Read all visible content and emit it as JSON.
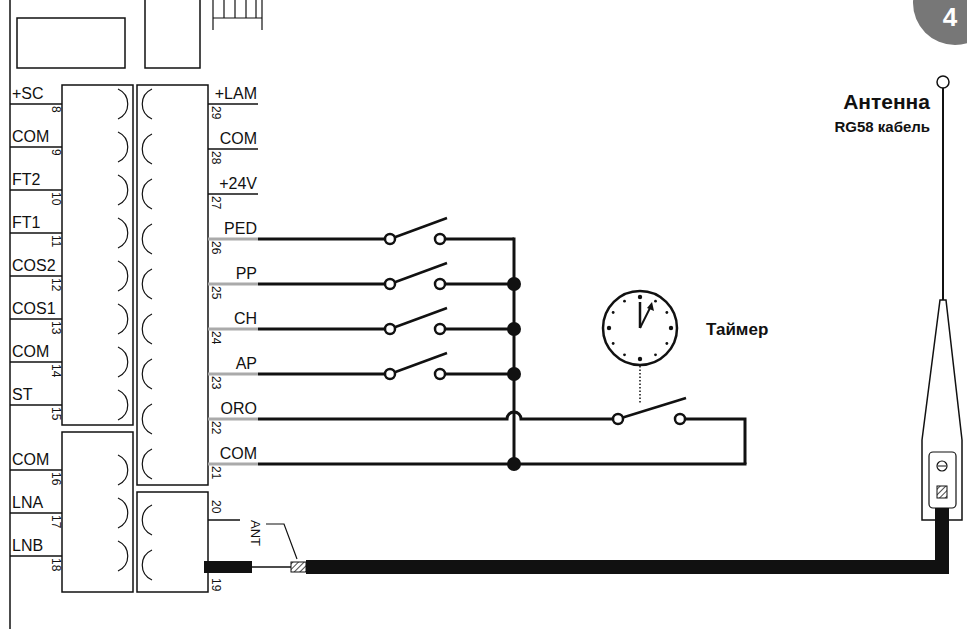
{
  "diagram": {
    "labels": [
      "4",
      "Антенна",
      "RG58 кабель",
      "Таймер",
      "+SC",
      "8",
      "COM",
      "9",
      "FT2",
      "10",
      "FT1",
      "11",
      "COS2",
      "12",
      "COS1",
      "13",
      "COM",
      "14",
      "ST",
      "15",
      "COM",
      "16",
      "LNA",
      "17",
      "LNB",
      "18",
      "+LAM",
      "29",
      "COM",
      "28",
      "+24V",
      "27",
      "PED",
      "26",
      "PP",
      "25",
      "CH",
      "24",
      "AP",
      "23",
      "ORO",
      "22",
      "COM",
      "21",
      "20",
      "19",
      "ANT"
    ]
  }
}
